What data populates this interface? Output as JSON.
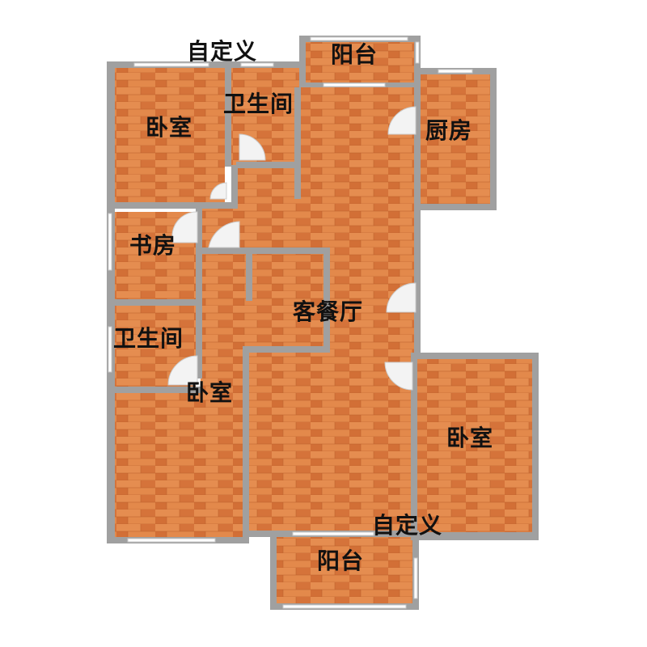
{
  "colors": {
    "wall": "#a0a0a0",
    "floor_light": "#e58a4c",
    "floor_mid": "#d9773a",
    "floor_dark": "#c8642c",
    "window": "#ffffff",
    "door_swing": "#f2f2f2",
    "background": "#ffffff",
    "label": "#111111"
  },
  "rooms": {
    "custom_top": "自定义",
    "balcony_top": "阳台",
    "bathroom_top": "卫生间",
    "bedroom_top_left": "卧室",
    "kitchen": "厨房",
    "study": "书房",
    "living_dining": "客餐厅",
    "bathroom_left": "卫生间",
    "bedroom_bottom_left": "卧室",
    "bedroom_right": "卧室",
    "custom_bottom": "自定义",
    "balcony_bottom": "阳台"
  }
}
